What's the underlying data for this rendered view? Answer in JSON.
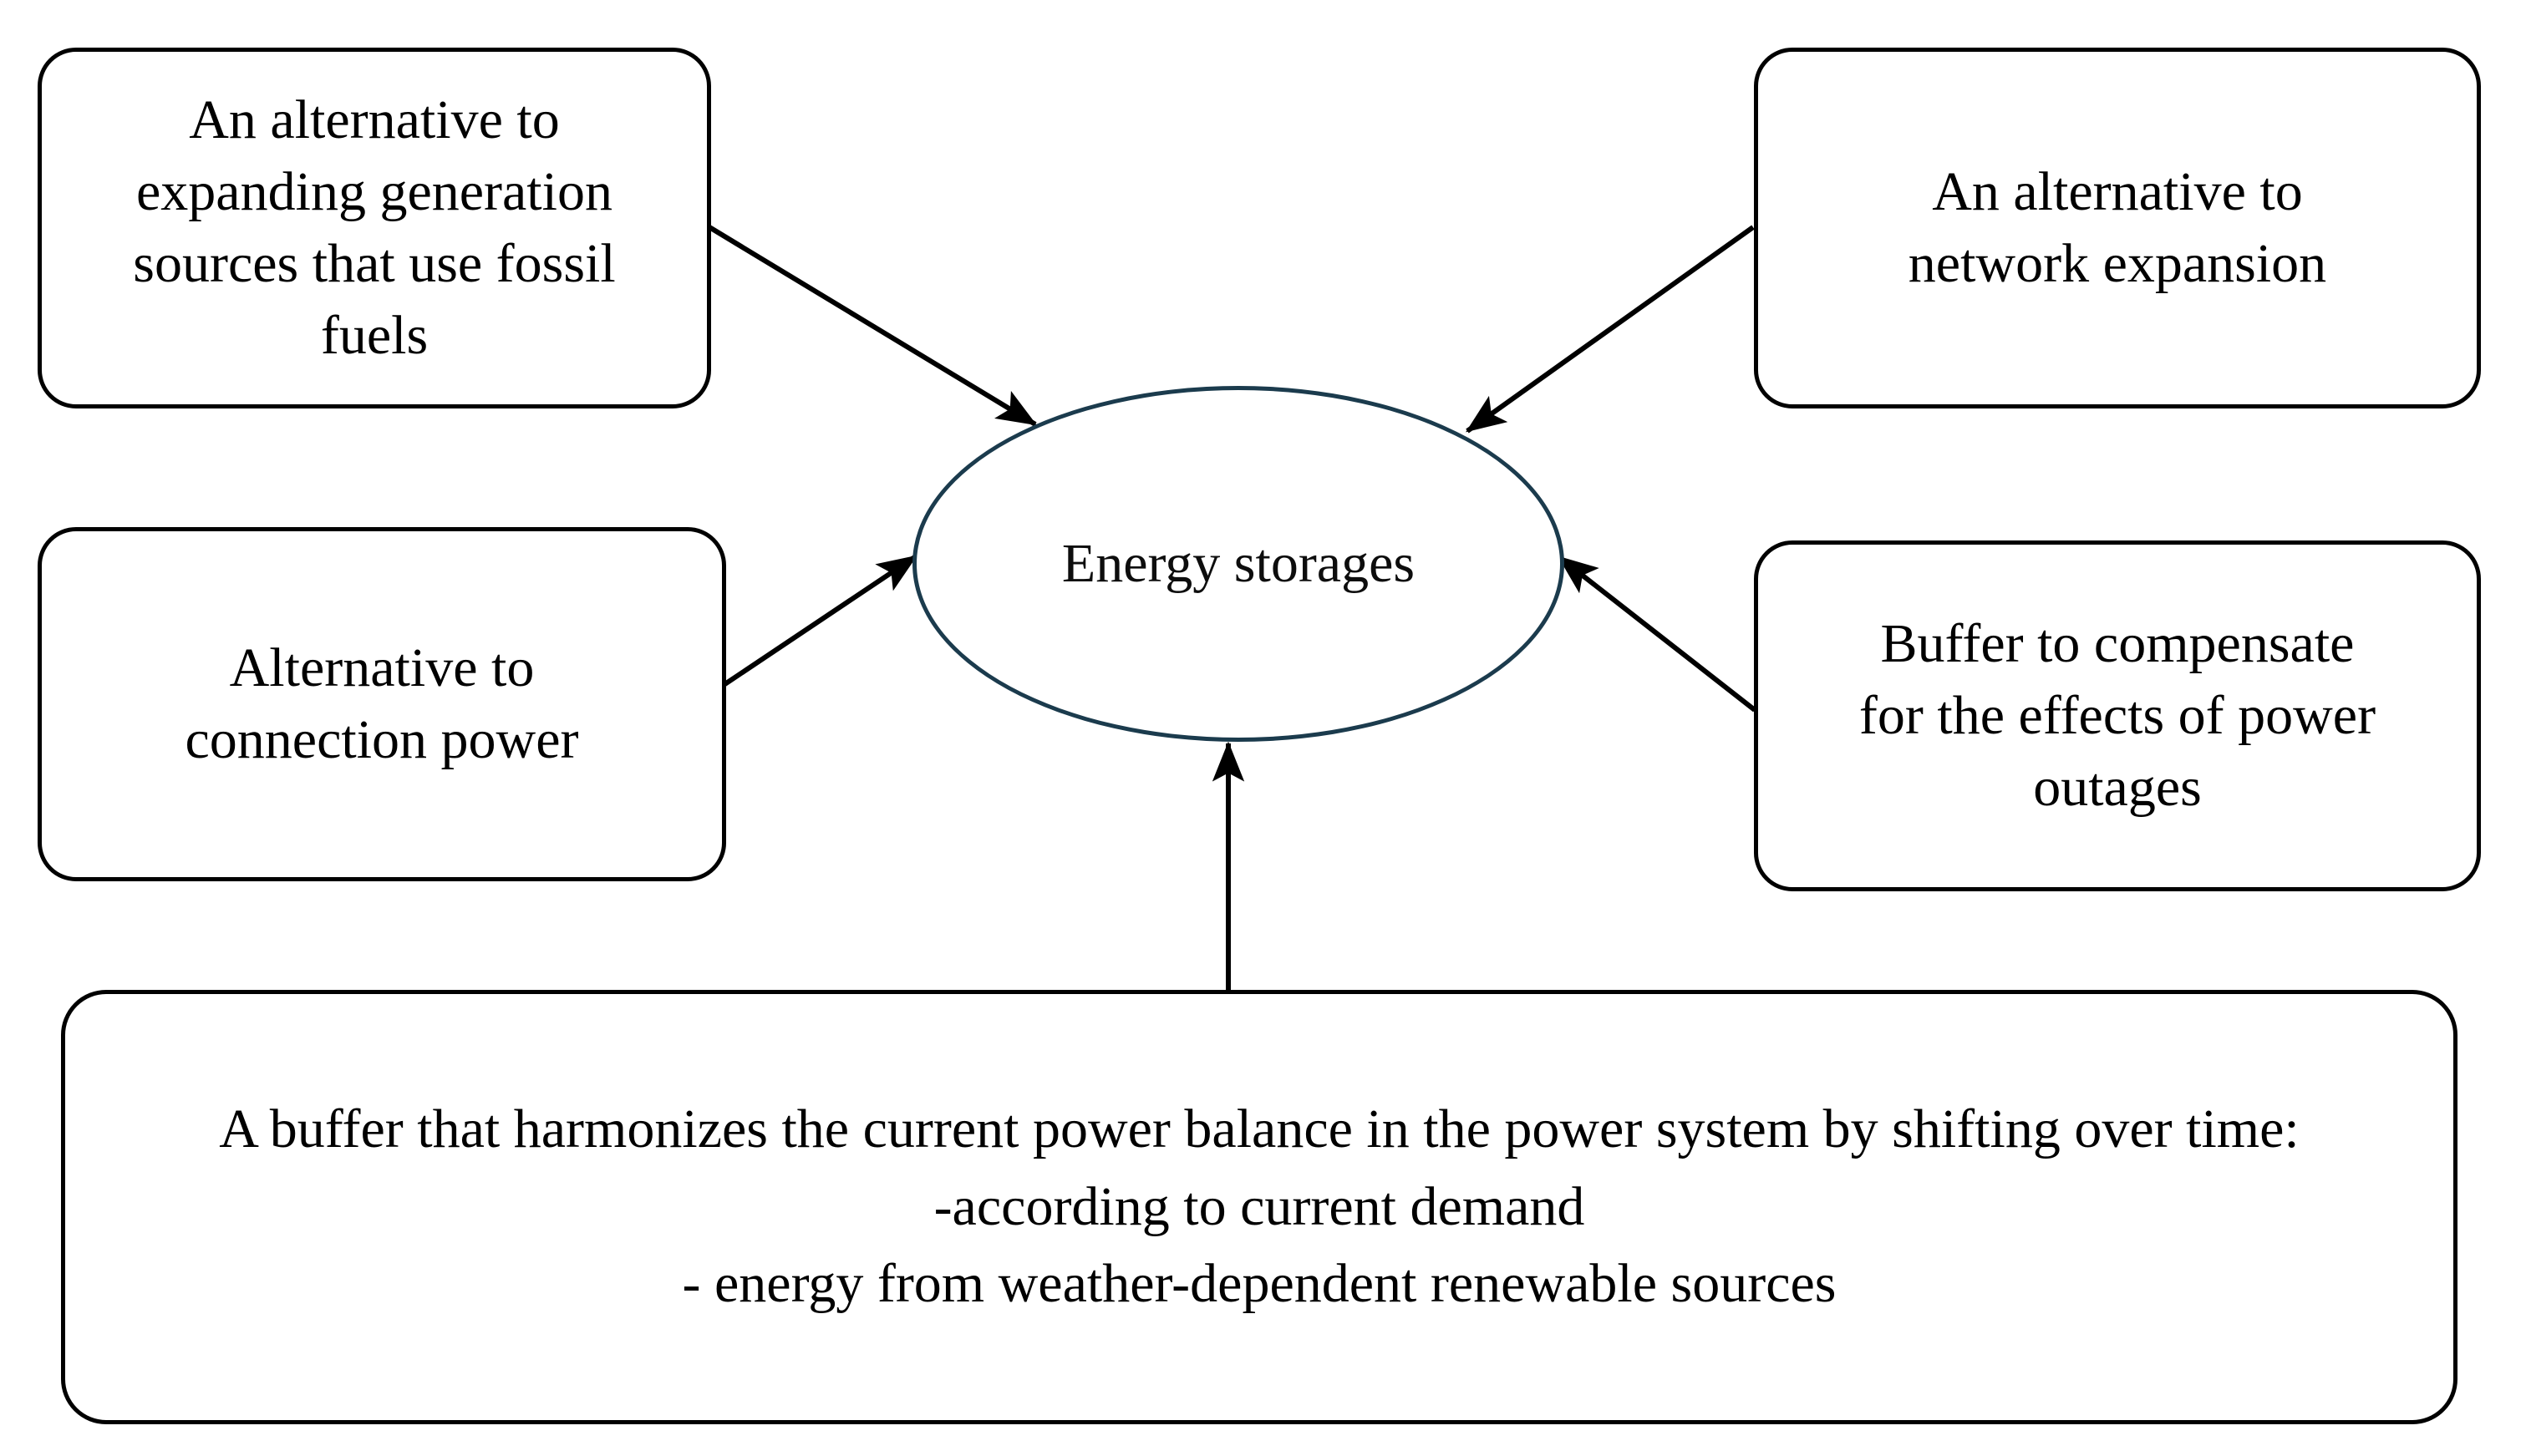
{
  "diagram": {
    "title": "Energy storages roles diagram",
    "center_node": {
      "id": "energy-storages",
      "label": "Energy storages",
      "shape": "ellipse",
      "border_color": "#1b3b4d",
      "fill_color": "#ffffff"
    },
    "nodes": [
      {
        "id": "fossil-fuels",
        "label": "An alternative to\nexpanding generation\nsources that use fossil\nfuels",
        "shape": "rounded-rectangle",
        "position": "top-left",
        "border_color": "#000000",
        "fill_color": "#ffffff"
      },
      {
        "id": "connection-power",
        "label": "Alternative to\nconnection power",
        "shape": "rounded-rectangle",
        "position": "middle-left",
        "border_color": "#000000",
        "fill_color": "#ffffff"
      },
      {
        "id": "network-expansion",
        "label": "An alternative to\nnetwork expansion",
        "shape": "rounded-rectangle",
        "position": "top-right",
        "border_color": "#000000",
        "fill_color": "#ffffff"
      },
      {
        "id": "power-outages",
        "label": "Buffer to compensate\nfor the effects of power\noutages",
        "shape": "rounded-rectangle",
        "position": "middle-right",
        "border_color": "#000000",
        "fill_color": "#ffffff"
      },
      {
        "id": "harmonizing-buffer",
        "label": "A buffer that harmonizes the current power balance in the power system by shifting over time:\n-according to current demand\n- energy from weather-dependent renewable sources",
        "shape": "rounded-rectangle",
        "position": "bottom",
        "border_color": "#000000",
        "fill_color": "#ffffff"
      }
    ],
    "edges": [
      {
        "id": "edge-fossil-fuels",
        "from": "fossil-fuels",
        "to": "energy-storages",
        "arrow": "single",
        "color": "#000000"
      },
      {
        "id": "edge-network-expansion",
        "from": "network-expansion",
        "to": "energy-storages",
        "arrow": "single",
        "color": "#000000"
      },
      {
        "id": "edge-connection-power",
        "from": "connection-power",
        "to": "energy-storages",
        "arrow": "single",
        "color": "#000000"
      },
      {
        "id": "edge-power-outages",
        "from": "power-outages",
        "to": "energy-storages",
        "arrow": "single",
        "color": "#000000"
      },
      {
        "id": "edge-harmonizing-buffer",
        "from": "harmonizing-buffer",
        "to": "energy-storages",
        "arrow": "single",
        "color": "#000000"
      }
    ]
  }
}
